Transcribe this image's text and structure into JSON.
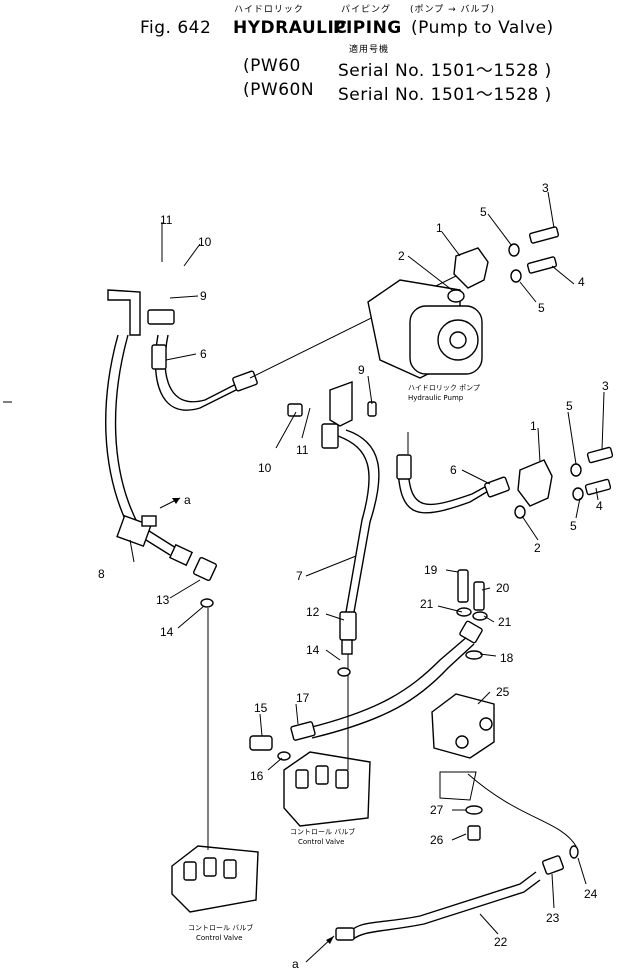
{
  "header": {
    "fig": "Fig. 642",
    "title_jp_1": "ハイドロリック",
    "title_jp_2": "パイピング",
    "title_jp_3": "(ポンプ → バルブ)",
    "title_1": "HYDRAULIC",
    "title_2": "PIPING",
    "title_3": "(Pump to Valve)",
    "applies_jp": "適用号機",
    "model_1": "(PW60",
    "serial_1": "Serial No. 1501～1528 )",
    "model_2": "(PW60N",
    "serial_2": "Serial No. 1501～1528 )"
  },
  "labels": {
    "pump_jp": "ハイドロリック ポンプ",
    "pump_en": "Hydraulic Pump",
    "cv1_jp": "コントロール バルブ",
    "cv1_en": "Control Valve",
    "cv2_jp": "コントロール バルブ",
    "cv2_en": "Control Valve",
    "arrow_a1": "a",
    "arrow_a2": "a"
  },
  "callouts": [
    "1",
    "2",
    "3",
    "4",
    "5",
    "5",
    "3",
    "4",
    "5",
    "5",
    "1",
    "2",
    "6",
    "9",
    "10",
    "11",
    "6",
    "9",
    "10",
    "11",
    "7",
    "8",
    "13",
    "14",
    "12",
    "14",
    "15",
    "16",
    "17",
    "18",
    "19",
    "20",
    "21",
    "21",
    "22",
    "23",
    "24",
    "25",
    "26",
    "27"
  ]
}
